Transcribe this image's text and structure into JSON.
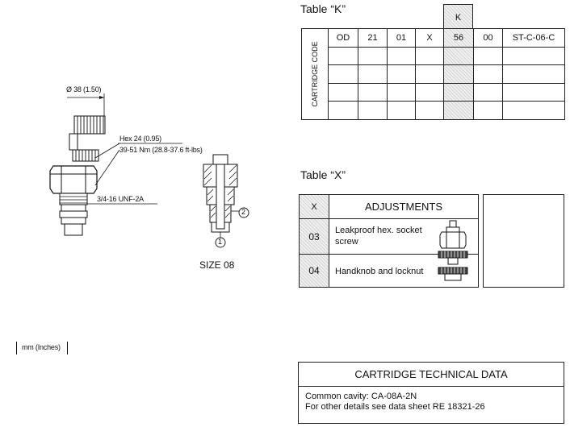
{
  "drawing": {
    "dim_diameter": "Ø 38 (1.50)",
    "dim_hex": "Hex 24 (0.95)",
    "dim_torque": "39-51 Nm (28.8-37.6 ft-lbs)",
    "dim_thread": "3/4-16 UNF-2A",
    "port_1": "1",
    "port_2": "2",
    "size_label": "SIZE 08",
    "units_note": "mm (Inches)"
  },
  "table_k": {
    "title": "Table “K”",
    "highlight_header": "K",
    "row_label": "CARTRIDGE CODE",
    "code_cells": [
      "OD",
      "21",
      "01",
      "X",
      "56",
      "00",
      "ST-C-06-C"
    ]
  },
  "table_x": {
    "title": "Table “X”",
    "col_x": "X",
    "col_adjustments": "ADJUSTMENTS",
    "rows": [
      {
        "code": "03",
        "desc": "Leakproof hex. socket screw"
      },
      {
        "code": "04",
        "desc": "Handknob and locknut"
      }
    ]
  },
  "technical_data": {
    "title": "CARTRIDGE TECHNICAL DATA",
    "line1": "Common cavity: CA-08A-2N",
    "line2": "For other details see data sheet RE 18321-26"
  }
}
